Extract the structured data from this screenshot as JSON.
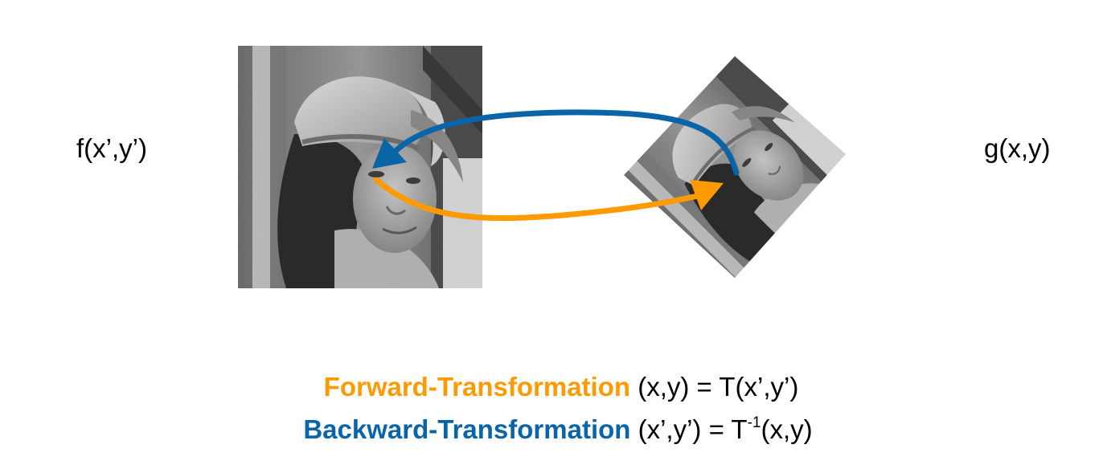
{
  "labels": {
    "source": "f(x’,y’)",
    "target": "g(x,y)"
  },
  "formulas": {
    "forward": {
      "name": "Forward-Transformation",
      "expr": "(x,y) = T(x’,y’)",
      "color": "#ff9a00"
    },
    "backward": {
      "name": "Backward-Transformation",
      "expr_pre": "(x’,y’) = T",
      "expr_sup": "-1",
      "expr_post": "(x,y)",
      "color": "#0a64a8"
    }
  },
  "images": {
    "source": "grayscale-portrait-photo",
    "target": "rotated-grayscale-portrait-photo"
  }
}
